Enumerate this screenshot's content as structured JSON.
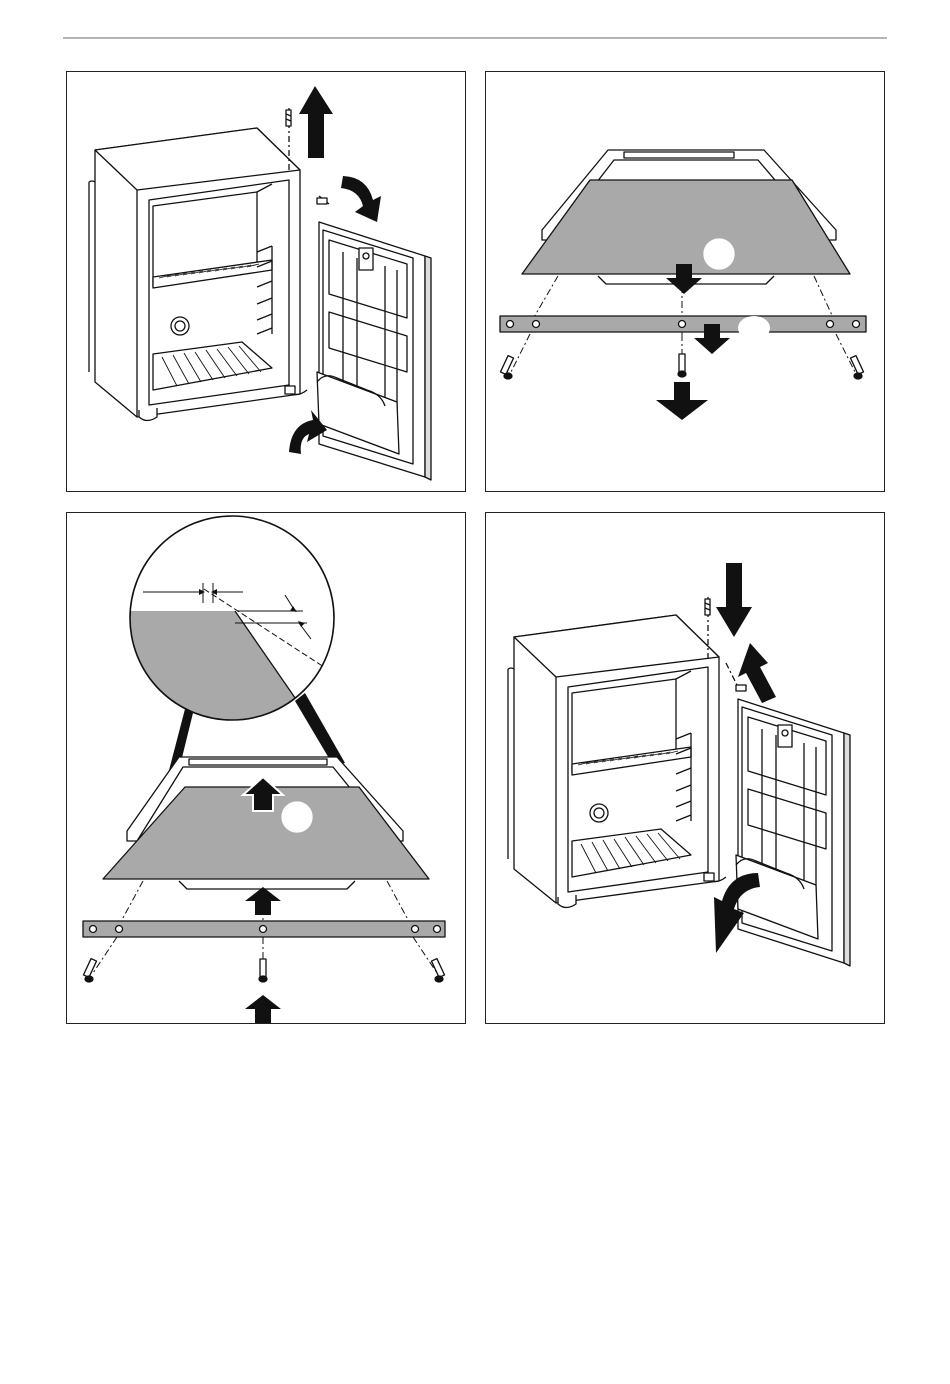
{
  "page": {
    "colors": {
      "panel_fill": "#a9a9a9",
      "outline": "#111111",
      "header_rule": "#b5b5b5"
    },
    "figures": [
      {
        "id": "fig-1",
        "content": "remove-door-hinge"
      },
      {
        "id": "fig-2",
        "content": "remove-door-panel"
      },
      {
        "id": "fig-3",
        "content": "mount-door-panel-with-detail"
      },
      {
        "id": "fig-4",
        "content": "mount-door-hinge"
      }
    ],
    "icons": [
      "arrow-up-icon",
      "arrow-down-icon",
      "curved-arrow-icon",
      "screw-icon",
      "callout-circle-icon"
    ]
  }
}
